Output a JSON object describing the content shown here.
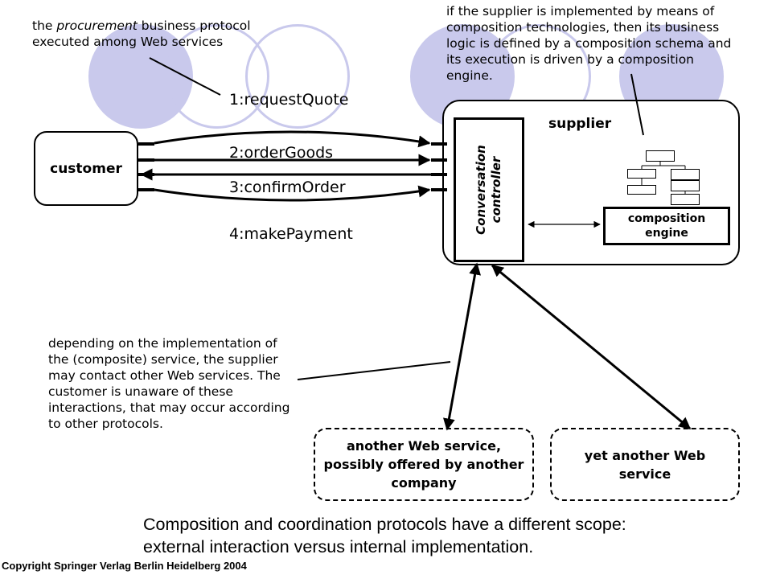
{
  "notes": {
    "procurement_pre": "the ",
    "procurement_em": "procurement",
    "procurement_rest": " business protocol executed among Web services",
    "supplier_impl": "if the supplier is implemented by means of composition technologies, then its business logic is defined by a composition schema and its execution is driven by a composition engine.",
    "depending": "depending on the implementation of the (composite) service, the supplier may contact other Web services. The customer is unaware of these interactions, that may occur according to other protocols."
  },
  "messages": [
    "1:requestQuote",
    "2:orderGoods",
    "3:confirmOrder",
    "4:makePayment"
  ],
  "customer_label": "customer",
  "supplier": {
    "label": "supplier",
    "controller_label": "Conversation controller",
    "engine_label": "composition engine"
  },
  "other_services": {
    "another": "another Web service, possibly offered by another company",
    "yet_another": "yet another Web service"
  },
  "caption_line1": "Composition and coordination protocols have a different scope:",
  "caption_line2": "external interaction versus internal implementation.",
  "copyright": "Copyright Springer Verlag Berlin Heidelberg 2004",
  "colors": {
    "decor_circle": "#c9c9ec",
    "stroke": "#000000"
  }
}
